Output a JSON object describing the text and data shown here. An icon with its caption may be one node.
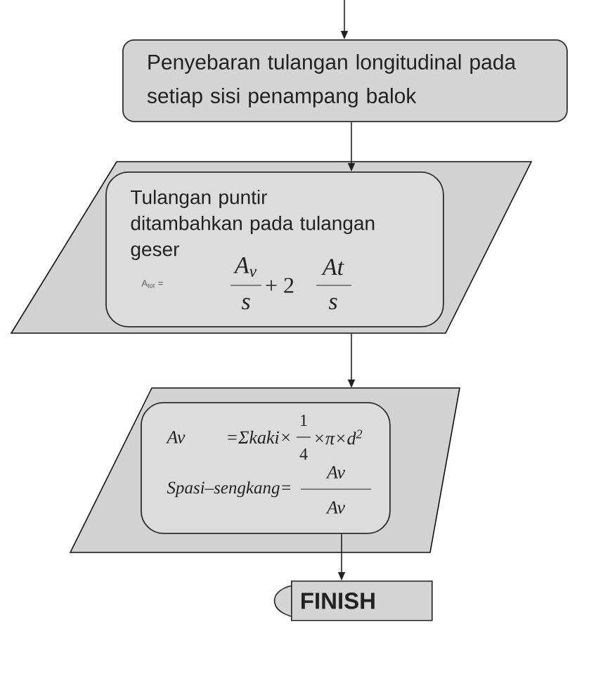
{
  "diagram": {
    "nodes": [
      {
        "text": [
          "Penyebaran tulangan longitudinal pada setiap sisi penampang balok"
        ]
      },
      {
        "text": [],
        "shape": "parallelogram"
      },
      {
        "text": [
          "Tulangan puntir ditambahkan pada tulangan geser",
          "A$_{tot}$ =",
          "A$_{v}$",
          "s",
          "+ 2",
          "At",
          "s"
        ],
        "in": 1
      },
      {
        "text": [],
        "shape": "parallelogram"
      },
      {
        "text": [
          "Av",
          "=Σkaki×",
          "1",
          "4",
          "×π×d$^{2}$",
          "Spasi–sengkang=",
          "Av",
          "Av"
        ],
        "in": 3
      },
      {
        "text": [
          "FINISH"
        ]
      }
    ],
    "edges": [
      {
        "from": null,
        "to": 0,
        "arrow": "to"
      },
      {
        "from": 0,
        "to": 2,
        "arrow": "to"
      },
      {
        "from": 1,
        "to": 3,
        "arrow": "to"
      },
      {
        "from": 4,
        "to": 5,
        "arrow": "to"
      }
    ]
  }
}
